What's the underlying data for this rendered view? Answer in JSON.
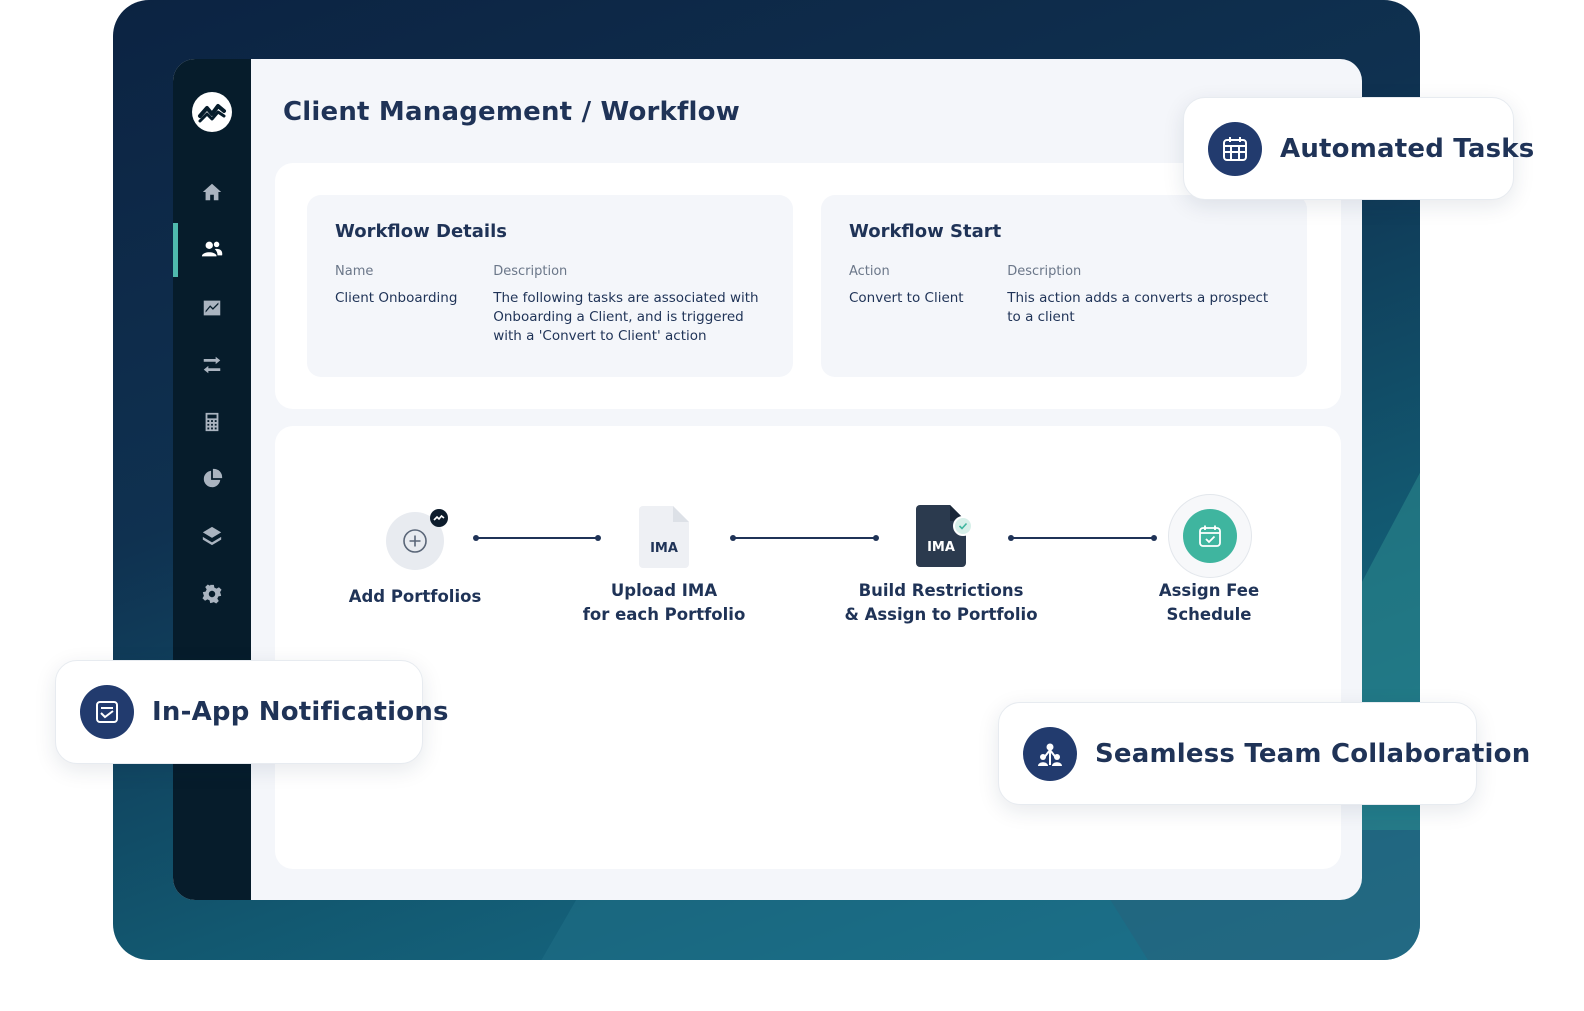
{
  "page": {
    "title": "Client Management / Workflow"
  },
  "sidebar": {
    "items": [
      {
        "icon": "home-icon",
        "active": false
      },
      {
        "icon": "clients-icon",
        "active": true
      },
      {
        "icon": "chart-icon",
        "active": false
      },
      {
        "icon": "transfer-icon",
        "active": false
      },
      {
        "icon": "calculator-icon",
        "active": false
      },
      {
        "icon": "pie-chart-icon",
        "active": false
      },
      {
        "icon": "layers-icon",
        "active": false
      },
      {
        "icon": "settings-icon",
        "active": false
      }
    ]
  },
  "workflow_details": {
    "title": "Workflow Details",
    "name_label": "Name",
    "name_value": "Client Onboarding",
    "description_label": "Description",
    "description_value": "The following tasks are associated with Onboarding a Client, and is triggered with a 'Convert to Client' action"
  },
  "workflow_start": {
    "title": "Workflow Start",
    "action_label": "Action",
    "action_value": "Convert to Client",
    "description_label": "Description",
    "description_value": "This action adds a converts a prospect to a client"
  },
  "steps": {
    "add_portfolios": "Add Portfolios",
    "upload_ima_line1": "Upload IMA",
    "upload_ima_line2": "for each Portfolio",
    "build_restrictions_line1": "Build Restrictions",
    "build_restrictions_line2": "& Assign to Portfolio",
    "assign_fee_line1": "Assign Fee",
    "assign_fee_line2": "Schedule",
    "doc_label": "IMA"
  },
  "features": {
    "automated_tasks": "Automated Tasks",
    "in_app_notifications": "In-App Notifications",
    "team_collaboration": "Seamless Team Collaboration"
  },
  "colors": {
    "navy": "#1f3357",
    "sidebar_bg": "#061c2b",
    "accent_teal": "#4fb9ad",
    "fee_green": "#3fb59f",
    "pill_icon_bg": "#223b6e"
  }
}
